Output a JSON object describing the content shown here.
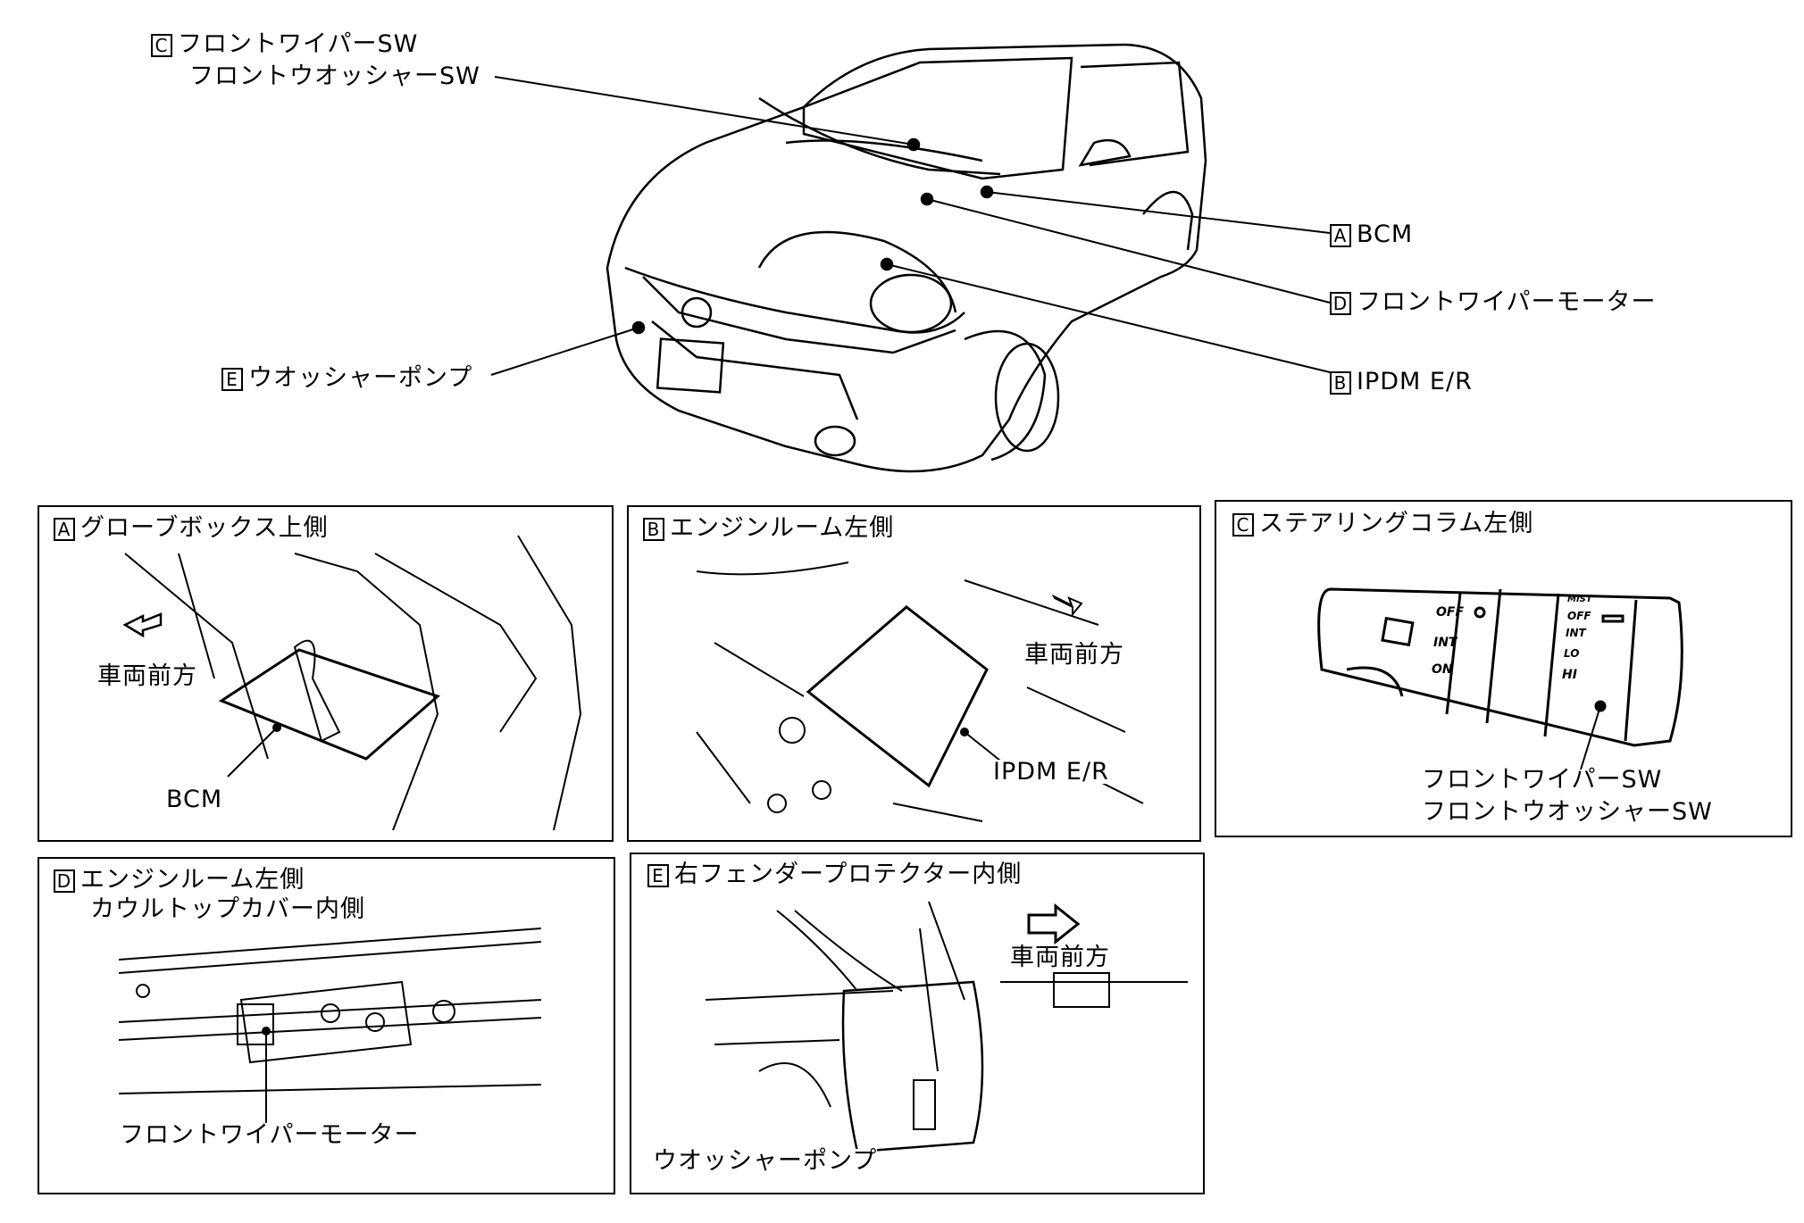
{
  "overview": {
    "callouts": [
      {
        "letter": "C",
        "lines": [
          "フロントワイパーSW",
          "フロントウオッシャーSW"
        ]
      },
      {
        "letter": "A",
        "label": "BCM"
      },
      {
        "letter": "D",
        "label": "フロントワイパーモーター"
      },
      {
        "letter": "B",
        "label": "IPDM E/R"
      },
      {
        "letter": "E",
        "label": "ウオッシャーポンプ"
      }
    ]
  },
  "panels": [
    {
      "letter": "A",
      "title": "グローブボックス上側",
      "direction": "車両前方",
      "part": "BCM"
    },
    {
      "letter": "B",
      "title": "エンジンルーム左側",
      "direction": "車両前方",
      "part": "IPDM E/R"
    },
    {
      "letter": "C",
      "title": "ステアリングコラム左側",
      "part_lines": [
        "フロントワイパーSW",
        "フロントウオッシャーSW"
      ],
      "switch_labels": {
        "front": [
          "OFF",
          "INT",
          "ON"
        ],
        "rear": [
          "MIST",
          "OFF",
          "INT",
          "LO",
          "HI"
        ]
      }
    },
    {
      "letter": "D",
      "title_lines": [
        "エンジンルーム左側",
        "カウルトップカバー内側"
      ],
      "part": "フロントワイパーモーター"
    },
    {
      "letter": "E",
      "title": "右フェンダープロテクター内側",
      "direction": "車両前方",
      "part": "ウオッシャーポンプ"
    }
  ]
}
